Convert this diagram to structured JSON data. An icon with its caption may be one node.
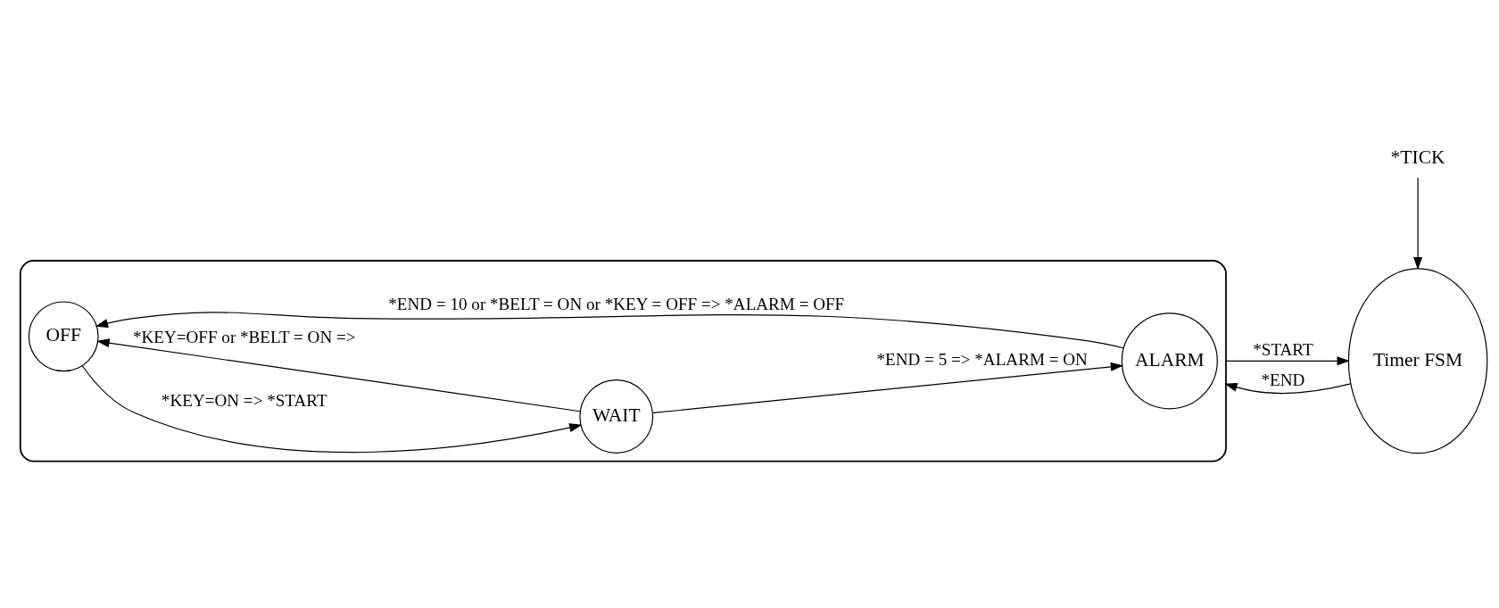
{
  "diagram": {
    "nodes": [
      {
        "text": [],
        "shape": "box"
      },
      {
        "text": [
          "OFF"
        ],
        "in": 0
      },
      {
        "text": [
          "WAIT"
        ],
        "in": 0
      },
      {
        "text": [
          "ALARM"
        ],
        "in": 0
      },
      {
        "text": [
          "Timer FSM"
        ]
      },
      {
        "text": [
          "*TICK"
        ]
      }
    ],
    "edges": [
      {
        "from": 1,
        "to": 2,
        "arrow": "to",
        "label": "*KEY=ON => *START"
      },
      {
        "from": 2,
        "to": 1,
        "arrow": "to",
        "label": "*KEY=OFF or *BELT = ON =>"
      },
      {
        "from": 2,
        "to": 3,
        "arrow": "to",
        "label": "*END = 5 => *ALARM = ON"
      },
      {
        "from": 3,
        "to": 1,
        "arrow": "to",
        "label": "*END = 10 or *BELT = ON or *KEY = OFF => *ALARM = OFF"
      },
      {
        "from": 0,
        "to": 4,
        "arrow": "to",
        "label": "*START"
      },
      {
        "from": 4,
        "to": 0,
        "arrow": "to",
        "label": "*END"
      },
      {
        "from": 5,
        "to": 4,
        "arrow": "to"
      }
    ]
  }
}
